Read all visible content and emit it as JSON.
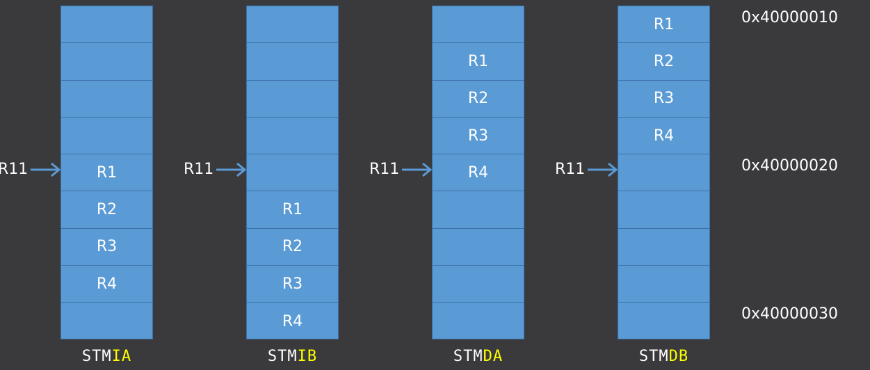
{
  "colors": {
    "background": "#3a3a3d",
    "cell_fill": "#5b9bd5",
    "cell_border": "#3b6fa8",
    "arrow": "#5b9bd5",
    "text": "#ffffff",
    "mode_highlight": "#ffff00"
  },
  "columns": [
    {
      "id": "ia",
      "caption_base": "STM",
      "caption_mode": "IA",
      "pointer_label": "R11",
      "pointer_slot": 4,
      "cells": [
        "",
        "",
        "",
        "",
        "R1",
        "R2",
        "R3",
        "R4",
        ""
      ]
    },
    {
      "id": "ib",
      "caption_base": "STM",
      "caption_mode": "IB",
      "pointer_label": "R11",
      "pointer_slot": 4,
      "cells": [
        "",
        "",
        "",
        "",
        "",
        "R1",
        "R2",
        "R3",
        "R4"
      ]
    },
    {
      "id": "da",
      "caption_base": "STM",
      "caption_mode": "DA",
      "pointer_label": "R11",
      "pointer_slot": 4,
      "cells": [
        "",
        "R1",
        "R2",
        "R3",
        "R4",
        "",
        "",
        "",
        ""
      ]
    },
    {
      "id": "db",
      "caption_base": "STM",
      "caption_mode": "DB",
      "pointer_label": "R11",
      "pointer_slot": 4,
      "cells": [
        "R1",
        "R2",
        "R3",
        "R4",
        "",
        "",
        "",
        "",
        ""
      ]
    }
  ],
  "addresses": [
    {
      "label": "0x40000010",
      "slot": 0
    },
    {
      "label": "0x40000020",
      "slot": 4
    },
    {
      "label": "0x40000030",
      "slot": 8
    }
  ]
}
